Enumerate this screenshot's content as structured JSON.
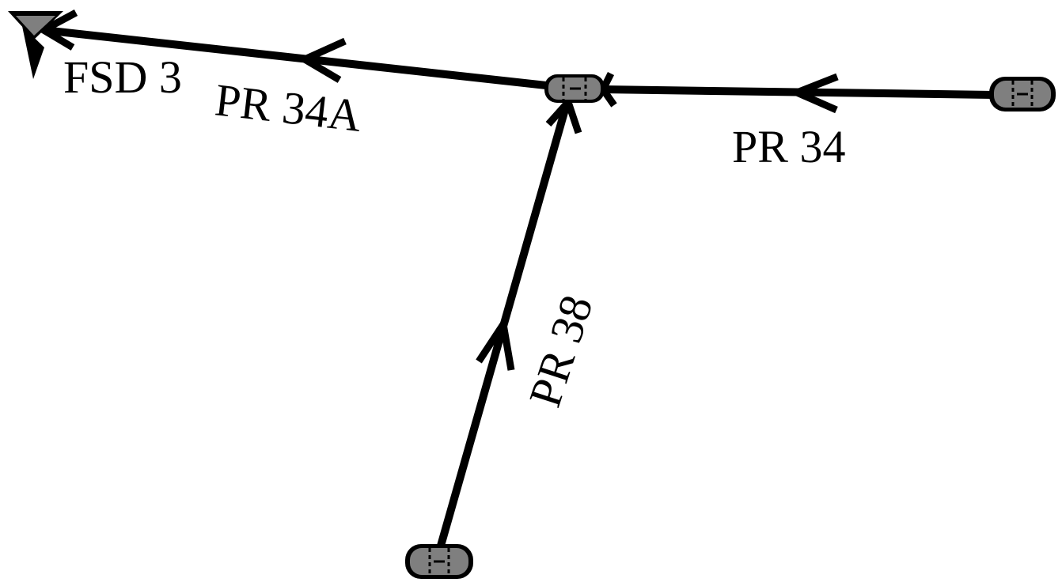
{
  "diagram": {
    "outlet": {
      "label": "FSD 3",
      "icon": "outlet-triangle-icon",
      "fill": "#7f7f7f"
    },
    "junction": {
      "icon": "manhole-junction-icon",
      "fill": "#7f7f7f"
    },
    "sources": [
      {
        "id": "east",
        "icon": "manhole-icon",
        "fill": "#7f7f7f"
      },
      {
        "id": "south",
        "icon": "manhole-icon",
        "fill": "#7f7f7f"
      }
    ],
    "links": [
      {
        "id": "pr34a",
        "label": "PR 34A",
        "from": "junction",
        "to": "outlet"
      },
      {
        "id": "pr34",
        "label": "PR 34",
        "from": "east",
        "to": "junction"
      },
      {
        "id": "pr38",
        "label": "PR 38",
        "from": "south",
        "to": "junction"
      }
    ],
    "colors": {
      "pipe": "#000000",
      "node_fill": "#7f7f7f",
      "background": "#ffffff"
    }
  }
}
